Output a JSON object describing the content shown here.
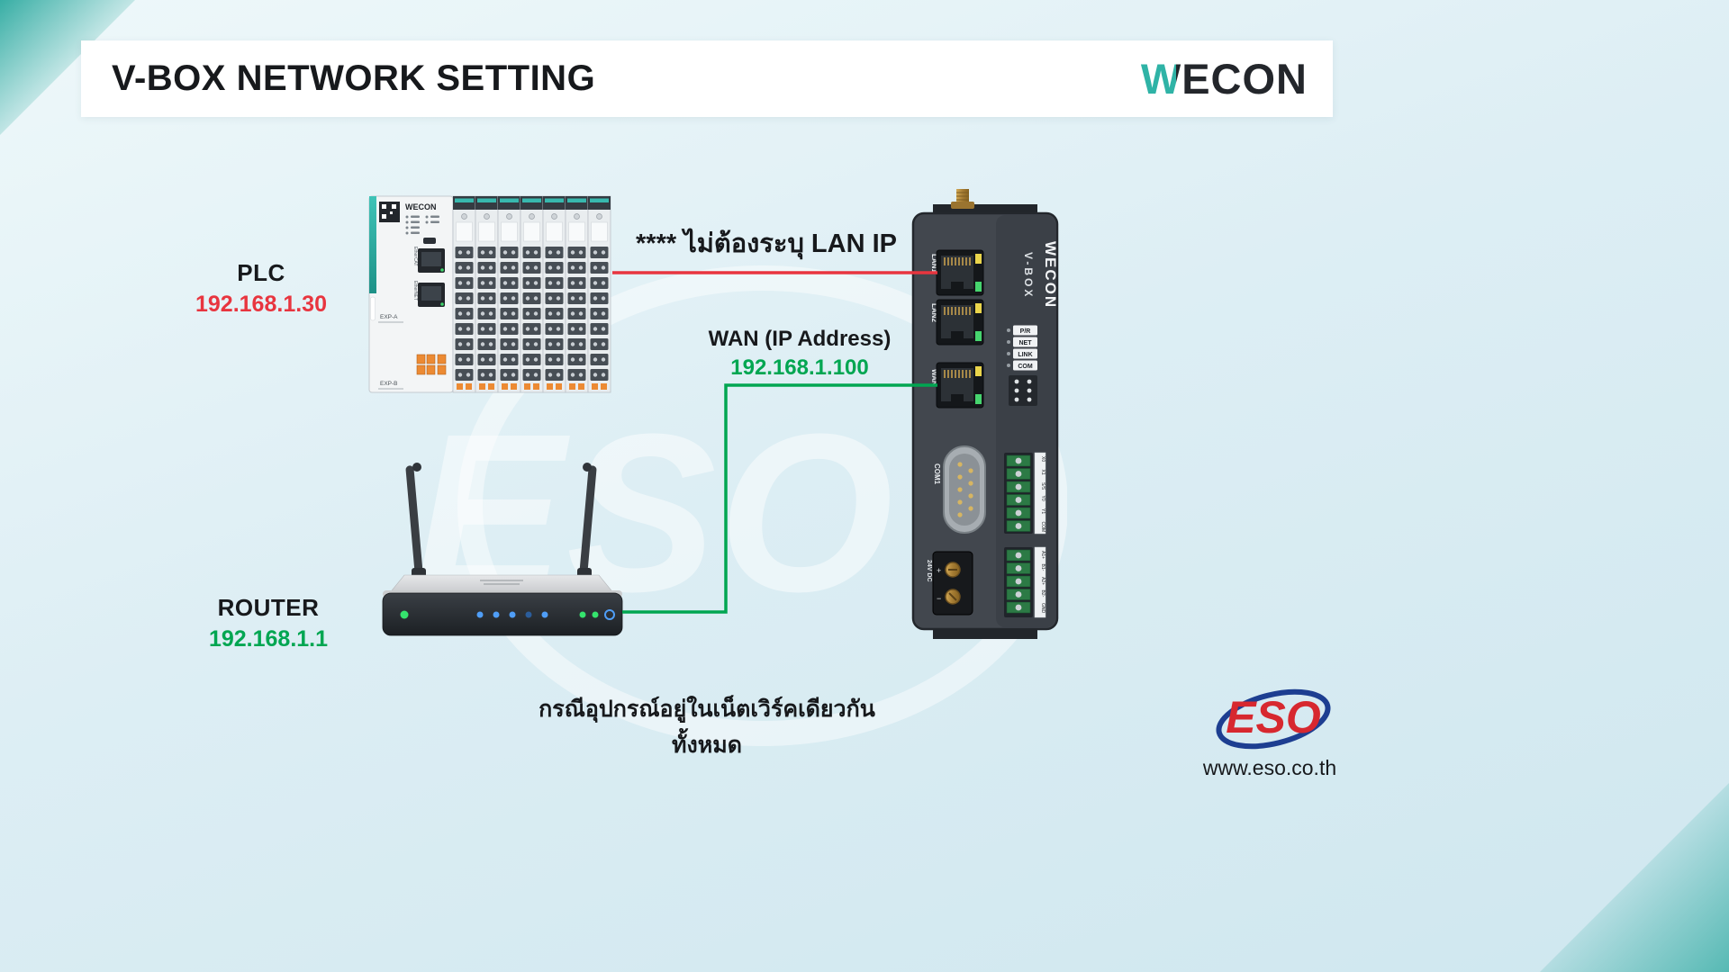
{
  "header": {
    "title": "V-BOX NETWORK SETTING",
    "brand": "WECON"
  },
  "diagram": {
    "plc": {
      "label": "PLC",
      "ip": "192.168.1.30",
      "brand": "WECON",
      "port_labels": [
        "EtherCAT",
        "EtherNET"
      ],
      "exp_labels": [
        "EXP-A",
        "EXP-B"
      ]
    },
    "router": {
      "label": "ROUTER",
      "ip": "192.168.1.1"
    },
    "vbox": {
      "brand": "WECON",
      "model": "V-BOX",
      "ports": [
        "LAN1",
        "LAN2",
        "WAN"
      ],
      "indicators": [
        "P/R",
        "NET",
        "LINK",
        "COM"
      ],
      "com_label": "COM1",
      "power_label": "24V DC",
      "power_marks": [
        "+",
        "−"
      ],
      "io_top": [
        "X0",
        "X1",
        "S/S",
        "Y0",
        "Y1",
        "COM"
      ],
      "io_bottom": [
        "A1+",
        "B1-",
        "A2+",
        "B2-",
        "GND"
      ]
    },
    "annotations": {
      "lan_note": "**** ไม่ต้องระบุ LAN IP",
      "wan_title": "WAN (IP Address)",
      "wan_ip": "192.168.1.100",
      "bottom_note": "กรณีอุปกรณ์อยู่ในเน็ตเวิร์คเดียวกันทั้งหมด"
    }
  },
  "footer": {
    "logo_text": "ESO",
    "website": "www.eso.co.th"
  },
  "watermark": "ESO",
  "colors": {
    "red": "#e8353f",
    "green": "#00a651",
    "teal": "#2fb3a6"
  }
}
